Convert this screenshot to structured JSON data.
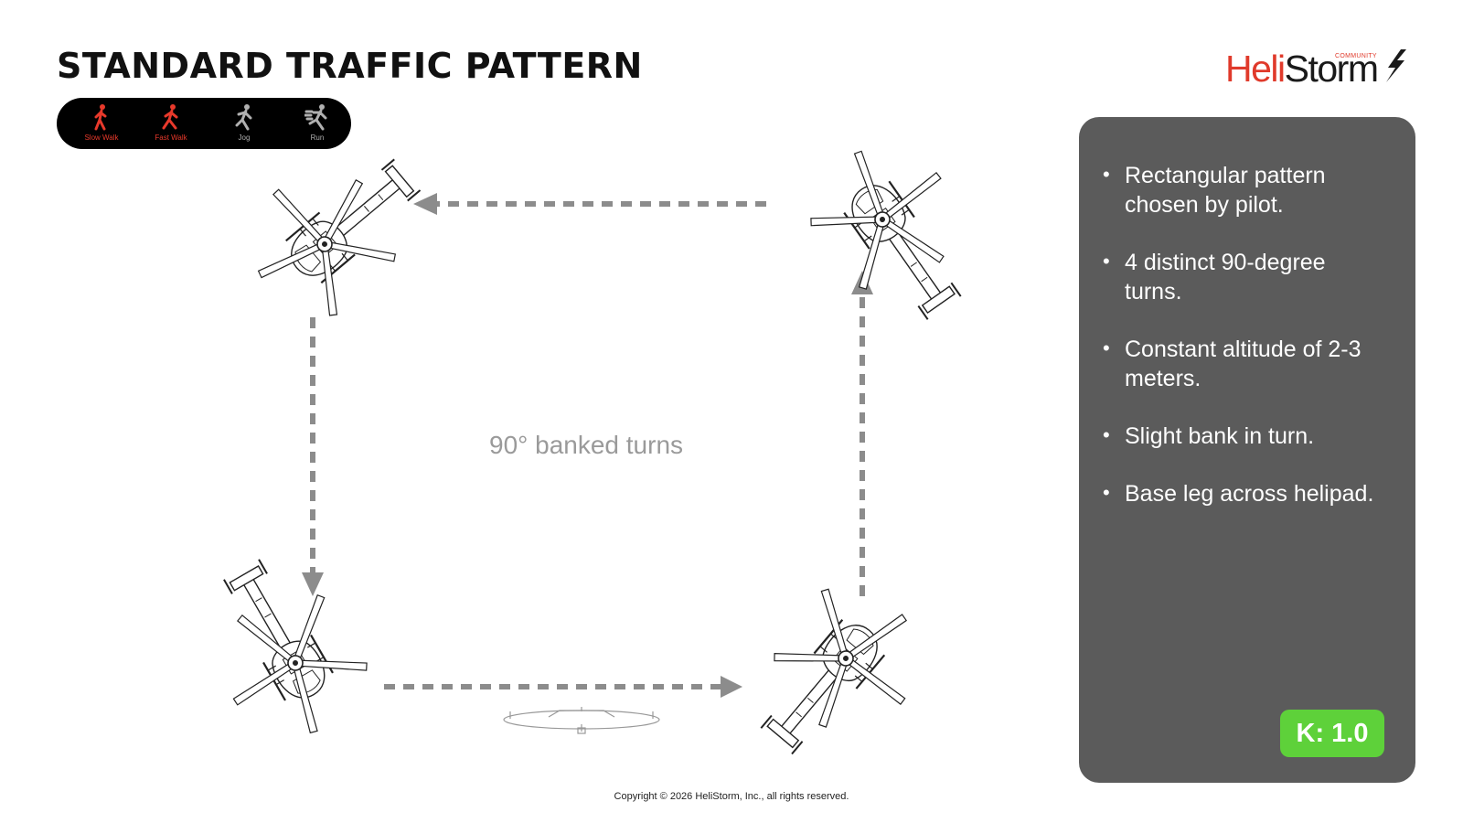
{
  "title": "Standard Traffic Pattern",
  "logo": {
    "part1": "Heli",
    "part2": "Storm",
    "community": "COMMUNITY"
  },
  "speeds": [
    {
      "label": "Slow Walk",
      "active": true,
      "icon": "walking-person-icon"
    },
    {
      "label": "Fast Walk",
      "active": true,
      "icon": "fast-walking-person-icon"
    },
    {
      "label": "Jog",
      "active": false,
      "icon": "jogging-person-icon"
    },
    {
      "label": "Run",
      "active": false,
      "icon": "running-person-icon"
    }
  ],
  "colors": {
    "active_speed": "#e8392b",
    "inactive_speed": "#b0b0b0",
    "panel_bg": "#5b5b5b",
    "badge_bg": "#5ed13a",
    "arrow": "#8c8c8c",
    "brand_red": "#e03a2b"
  },
  "diagram": {
    "center_label": "90° banked turns"
  },
  "panel": {
    "bullets": [
      "Rectangular pattern chosen by pilot.",
      "4 distinct 90-degree turns.",
      "Constant altitude of 2-3 meters.",
      "Slight bank in turn.",
      "Base leg across helipad."
    ],
    "k_factor": "K: 1.0"
  },
  "copyright": "Copyright © 2026 HeliStorm, Inc., all rights reserved."
}
